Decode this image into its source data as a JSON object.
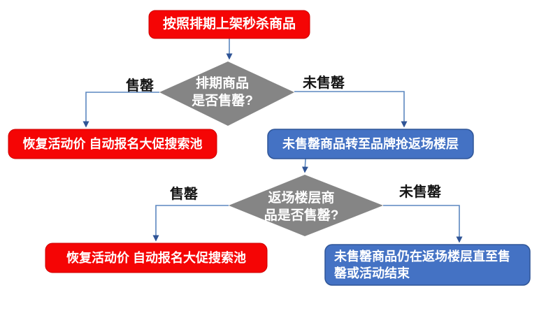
{
  "diagram_type": "flowchart",
  "colors": {
    "action_red": "#f50505",
    "action_blue": "#4472c4",
    "decision_gray": "#858585",
    "connector": "#5b87c0",
    "arrowhead": "#2f5496",
    "node_text": "#ffffff",
    "edge_label_text": "#151515"
  },
  "nodes": {
    "start": {
      "label": "按照排期上架秒杀商品"
    },
    "decision1": {
      "line1": "排期商品",
      "line2": "是否售罄?"
    },
    "sold1_action": {
      "label": "恢复活动价 自动报名大促搜索池"
    },
    "unsold1_action": {
      "label": "未售罄商品转至品牌抢返场楼层"
    },
    "decision2": {
      "line1": "返场楼层商",
      "line2": "品是否售罄?"
    },
    "sold2_action": {
      "label": "恢复活动价 自动报名大促搜索池"
    },
    "unsold2_action": {
      "label": "未售罄商品仍在返场楼层直至售罄或活动结束"
    }
  },
  "edge_labels": {
    "decision1_sold": "售罄",
    "decision1_unsold": "未售罄",
    "decision2_sold": "售罄",
    "decision2_unsold": "未售罄"
  }
}
